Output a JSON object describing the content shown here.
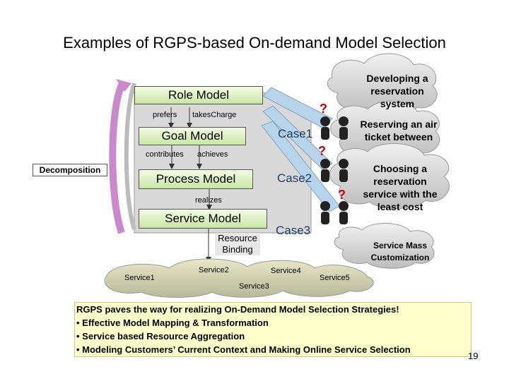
{
  "title": "Examples of RGPS-based On-demand Model Selection",
  "models": {
    "role": "Role Model",
    "goal": "Goal Model",
    "process": "Process Model",
    "service": "Service Model"
  },
  "relations": {
    "prefers": "prefers",
    "takes_charge": "takesCharge",
    "contributes": "contributes",
    "achieves": "achieves",
    "realizes": "realizes"
  },
  "decomposition": "Decomposition",
  "resource_binding": "Resource Binding",
  "cases": [
    "Case1",
    "Case2",
    "Case3"
  ],
  "clouds": [
    "Developing a reservation system",
    "Reserving an air ticket between",
    "Choosing a reservation service with the least cost"
  ],
  "question_mark": "?",
  "service_mass": "Service Mass Customization",
  "services": [
    "Service1",
    "Service2",
    "Service3",
    "Service4",
    "Service5"
  ],
  "summary": {
    "heading": "RGPS paves the way for realizing On-Demand Model Selection Strategies!",
    "bullets": [
      "• Effective Model Mapping & Transformation",
      "• Service based Resource Aggregation",
      "• Modeling Customers’ Current Context and Making Online Service Selection"
    ]
  },
  "page_number": "19",
  "colors": {
    "model_green": "#c9e6a3",
    "decomp_purple": "#cc88cc",
    "arrow_blue": "#b8d4ea",
    "cloud_gray": "#d8d8d8",
    "summary_yellow": "#ffffcc"
  }
}
